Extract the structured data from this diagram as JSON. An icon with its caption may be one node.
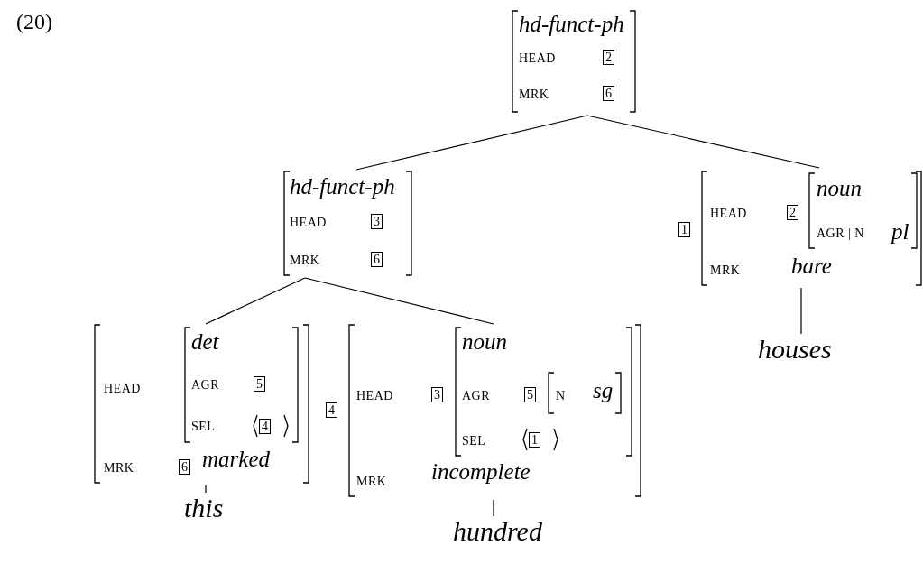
{
  "diagram": {
    "nodes": [
      {
        "text": [
          "hd-funct-ph",
          "HEAD",
          "2",
          "MRK",
          "6"
        ]
      },
      {
        "text": [
          "hd-funct-ph",
          "HEAD",
          "3",
          "MRK",
          "6"
        ]
      },
      {
        "text": [
          "1",
          "HEAD",
          "2",
          "noun",
          "AGR | N",
          "pl",
          "MRK",
          "bare"
        ]
      },
      {
        "text": [
          "HEAD",
          "det",
          "AGR",
          "5",
          "SEL",
          "4",
          "MRK",
          "6",
          "marked"
        ]
      },
      {
        "text": [
          "4",
          "HEAD",
          "3",
          "noun",
          "AGR",
          "5",
          "N",
          "sg",
          "SEL",
          "1",
          "MRK",
          "incomplete"
        ]
      },
      {
        "text": [
          "this"
        ]
      },
      {
        "text": [
          "hundred"
        ]
      },
      {
        "text": [
          "houses"
        ]
      }
    ],
    "edges": [
      {
        "from": 0,
        "to": 1,
        "arrow": "none"
      },
      {
        "from": 0,
        "to": 2,
        "arrow": "none"
      },
      {
        "from": 1,
        "to": 3,
        "arrow": "none"
      },
      {
        "from": 1,
        "to": 4,
        "arrow": "none"
      },
      {
        "from": 3,
        "to": 5,
        "arrow": "none"
      },
      {
        "from": 4,
        "to": 6,
        "arrow": "none"
      },
      {
        "from": 2,
        "to": 7,
        "arrow": "none"
      }
    ],
    "labels": [
      "(20)"
    ]
  }
}
